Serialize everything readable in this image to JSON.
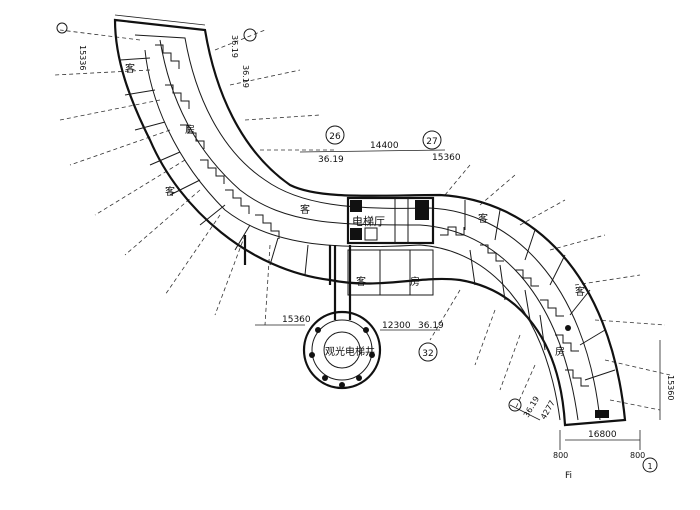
{
  "labels": {
    "elevator_hall": "电梯厅",
    "sightseeing_elevator": "观光电梯井",
    "guest_room": "客",
    "room_char": "房"
  },
  "dimensions": {
    "d_14400": "14400",
    "d_15360_right": "15360",
    "d_15360_left": "15360",
    "d_12300": "12300",
    "d_16800": "16800",
    "d_3619_top": "36.19",
    "d_3619_mid": "36.19",
    "d_3619_center": "36.19",
    "d_3619_bottom": "36.19",
    "d_15336_left": "15336",
    "d_15360_bottom_right": "15360",
    "d_800_a": "800",
    "d_800_b": "800",
    "d_4277": "4277",
    "d_3619_topright": "36.19"
  },
  "axis_marks": {
    "a26": "26",
    "a27": "27",
    "a32": "32",
    "fi": "Fi",
    "f1": "1"
  }
}
